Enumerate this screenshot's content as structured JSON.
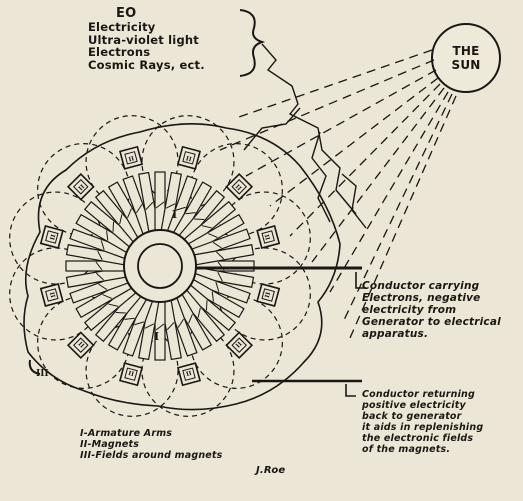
{
  "eo_label": "EO",
  "energy_forms": [
    "Electricity",
    "Ultra-violet light",
    "Electrons",
    "Cosmic Rays, ect."
  ],
  "sun_label": [
    "THE",
    "SUN"
  ],
  "conductor_out": [
    "Conductor carrying",
    "Electrons, negative",
    "electricity from",
    "Generator to electrical",
    "apparatus."
  ],
  "conductor_in": [
    "Conductor returning",
    "positive electricity",
    "back to generator",
    "it aids in replenishing",
    "the electronic fields",
    "of the magnets."
  ],
  "legend": [
    "I-Armature Arms",
    "II-Magnets",
    "III-Fields around magnets"
  ],
  "armature_label": "I",
  "magnet_label": "II",
  "field_label": "III",
  "signature": "J.Roe",
  "counts": {
    "magnets": 12,
    "armature_arms": 36
  },
  "colors": {
    "paper": "#ece6d6",
    "ink": "#1a1714"
  }
}
